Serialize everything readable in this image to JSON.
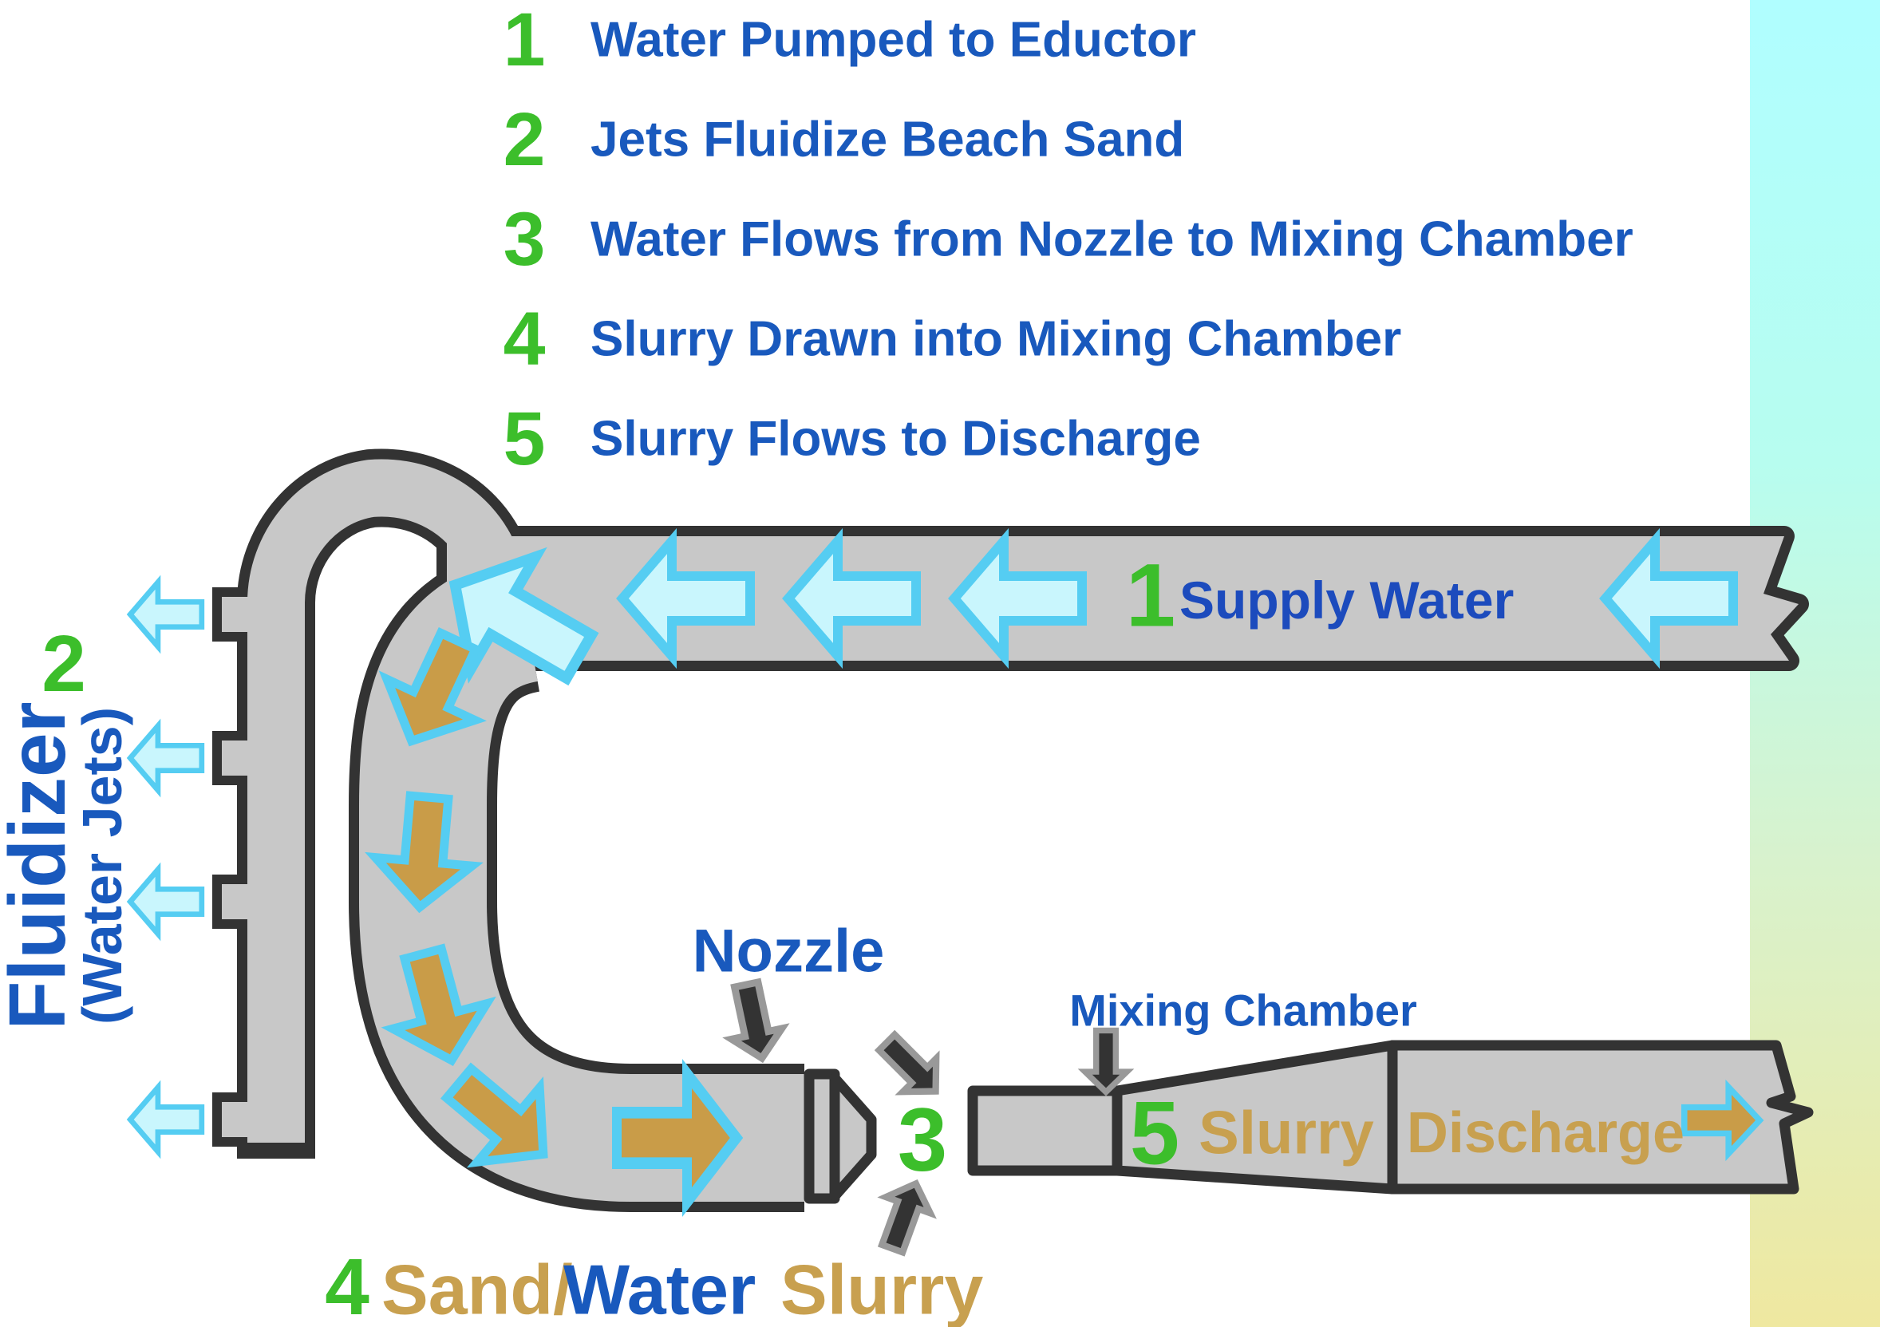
{
  "title": "Eductor sand slurry process diagram",
  "legend": {
    "items": [
      {
        "num": "1",
        "text": "Water Pumped to Eductor"
      },
      {
        "num": "2",
        "text": "Jets Fluidize Beach Sand"
      },
      {
        "num": "3",
        "text": "Water Flows from Nozzle to Mixing Chamber"
      },
      {
        "num": "4",
        "text": "Slurry Drawn into Mixing Chamber"
      },
      {
        "num": "5",
        "text": "Slurry Flows to Discharge"
      }
    ]
  },
  "diagram": {
    "supply": {
      "num": "1",
      "label": "Supply Water"
    },
    "fluidizer": {
      "num": "2",
      "line1": "Fluidizer",
      "line2": "(Water Jets)"
    },
    "nozzle_label": "Nozzle",
    "gap_num": "3",
    "mixing_chamber_label": "Mixing Chamber",
    "diffuser": {
      "num": "5",
      "label": "Slurry"
    },
    "discharge_label": "Discharge",
    "bottom_caption": {
      "num": "4",
      "part1": "Sand/",
      "part2": "Water",
      "part3": "Slurry"
    }
  },
  "colors": {
    "step_number_green": "#3cbe2b",
    "legend_text_blue": "#1959bd",
    "supply_label_blue": "#1c4bbd",
    "slurry_text_tan": "#c8a04f",
    "pipe_fill_gray": "#c8c8c8",
    "pipe_outline_dark": "#333333",
    "water_arrow_fill": "#c9f6fd",
    "water_arrow_stroke": "#55cdf2",
    "slurry_arrow_fill": "#c99c48",
    "pointer_arrow_fill": "#333333",
    "pointer_arrow_outline": "#999999",
    "side_strip_top": "#b0feff",
    "side_strip_middle": "#d8f2cd",
    "side_strip_bottom": "#efe8a0"
  }
}
